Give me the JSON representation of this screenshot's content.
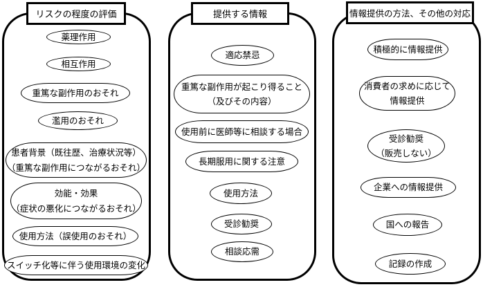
{
  "diagram": {
    "title": "OTC medicine risk classification diagram",
    "columns": [
      {
        "header": "リスクの程度の評価",
        "items": [
          "薬理作用",
          "相互作用",
          "重篤な副作用のおそれ",
          "濫用のおそれ",
          "患者背景（既往歴、治療状況等）\n（重篤な副作用につながるおそれ）",
          "効能・効果\n（症状の悪化につながるおそれ）",
          "使用方法（誤使用のおそれ）",
          "スイッチ化等に伴う使用環境の変化"
        ]
      },
      {
        "header": "提供する情報",
        "items": [
          "適応禁忌",
          "重篤な副作用が起こり得ること\n（及びその内容）",
          "使用前に医師等に相談する場合",
          "長期服用に関する注意",
          "使用方法",
          "受診勧奨",
          "相談応需"
        ]
      },
      {
        "header": "情報提供の方法、その他の対応",
        "items": [
          "積極的に情報提供",
          "消費者の求めに応じて\n情報提供",
          "受診勧奨\n（販売しない）",
          "企業への情報提供",
          "国への報告",
          "記録の作成"
        ]
      }
    ],
    "colors": {
      "line": "#000000",
      "background": "#ffffff"
    }
  }
}
